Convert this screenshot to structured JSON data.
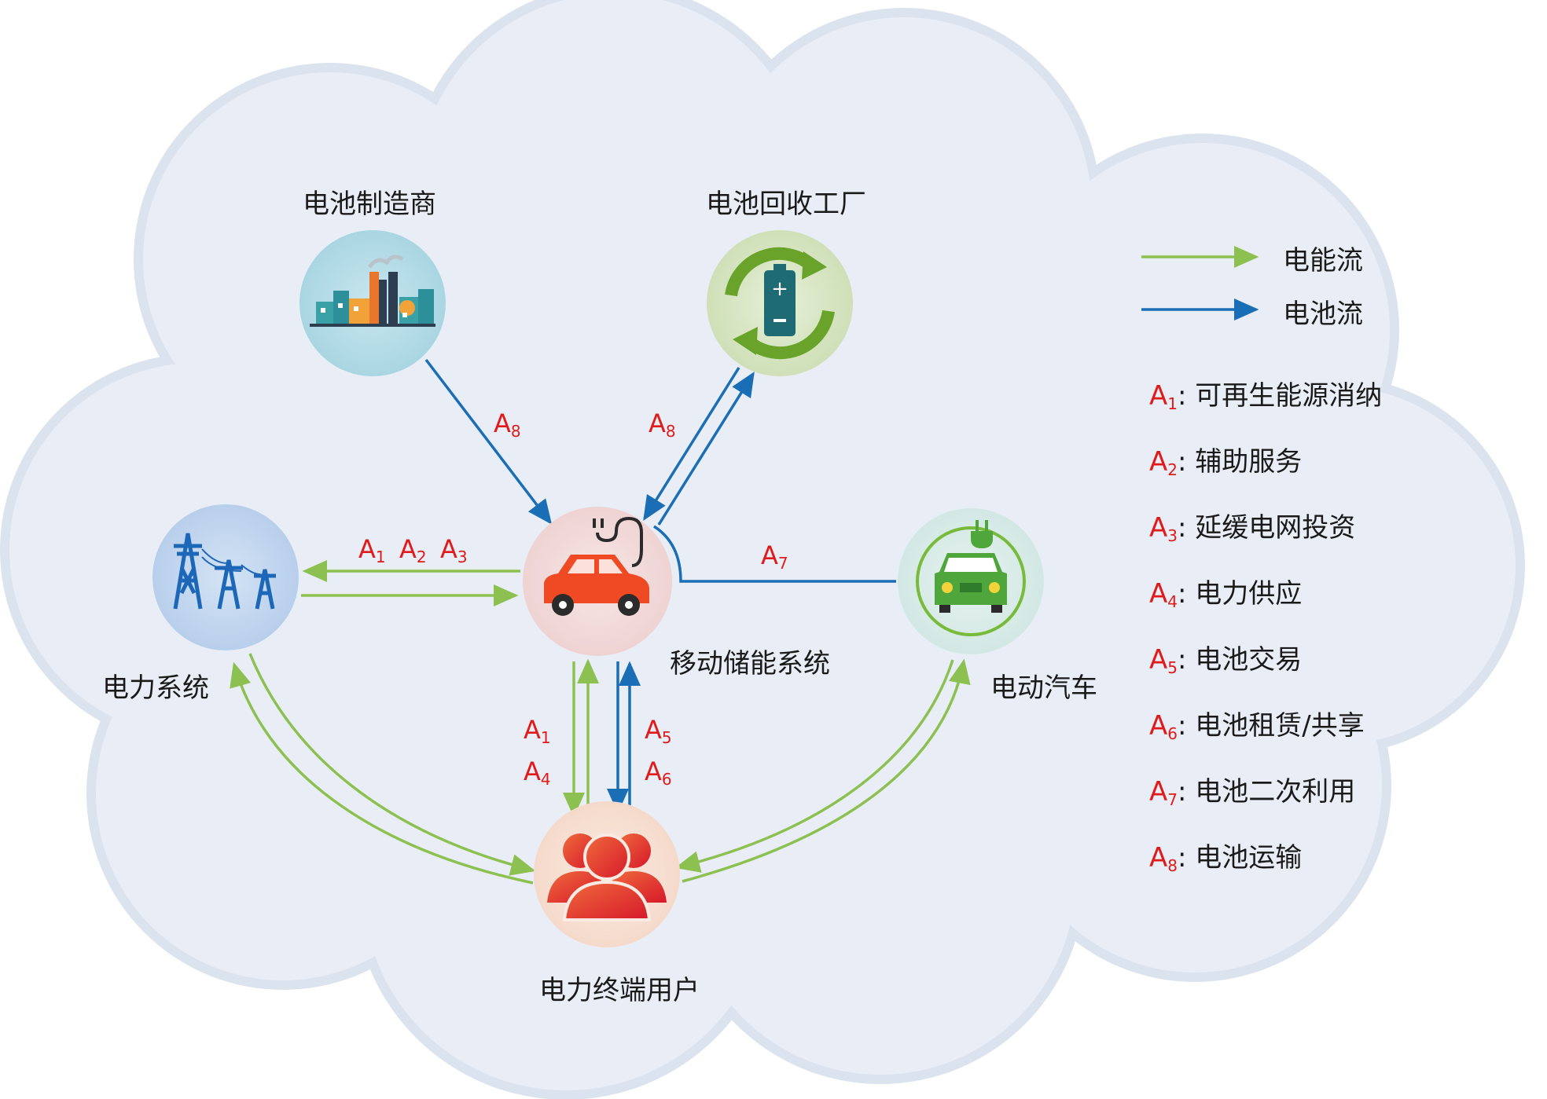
{
  "nodes": {
    "manufacturer": "电池制造商",
    "recycling": "电池回收工厂",
    "power_system": "电力系统",
    "mobile_storage": "移动储能系统",
    "ev": "电动汽车",
    "end_users": "电力终端用户"
  },
  "edge_labels": {
    "manufacturer_to_storage": {
      "letter": "A",
      "sub": "8"
    },
    "storage_recycling": {
      "letter": "A",
      "sub": "8"
    },
    "power_a1": {
      "letter": "A",
      "sub": "1"
    },
    "power_a2": {
      "letter": "A",
      "sub": "2"
    },
    "power_a3": {
      "letter": "A",
      "sub": "3"
    },
    "ev_a7": {
      "letter": "A",
      "sub": "7"
    },
    "users_a1": {
      "letter": "A",
      "sub": "1"
    },
    "users_a4": {
      "letter": "A",
      "sub": "4"
    },
    "users_a5": {
      "letter": "A",
      "sub": "5"
    },
    "users_a6": {
      "letter": "A",
      "sub": "6"
    }
  },
  "legend": {
    "energy_flow": "电能流",
    "battery_flow": "电池流",
    "items": [
      {
        "letter": "A",
        "sub": "1",
        "text": ": 可再生能源消纳"
      },
      {
        "letter": "A",
        "sub": "2",
        "text": ": 辅助服务"
      },
      {
        "letter": "A",
        "sub": "3",
        "text": ": 延缓电网投资"
      },
      {
        "letter": "A",
        "sub": "4",
        "text": ": 电力供应"
      },
      {
        "letter": "A",
        "sub": "5",
        "text": ": 电池交易"
      },
      {
        "letter": "A",
        "sub": "6",
        "text": ": 电池租赁/共享"
      },
      {
        "letter": "A",
        "sub": "7",
        "text": ": 电池二次利用"
      },
      {
        "letter": "A",
        "sub": "8",
        "text": ": 电池运输"
      }
    ]
  },
  "colors": {
    "energy_flow": "#8cc152",
    "battery_flow": "#1a6eb5",
    "label_red": "#e01b1b",
    "cloud_fill": "#e8eef6",
    "cloud_edge": "#dde5ef"
  }
}
